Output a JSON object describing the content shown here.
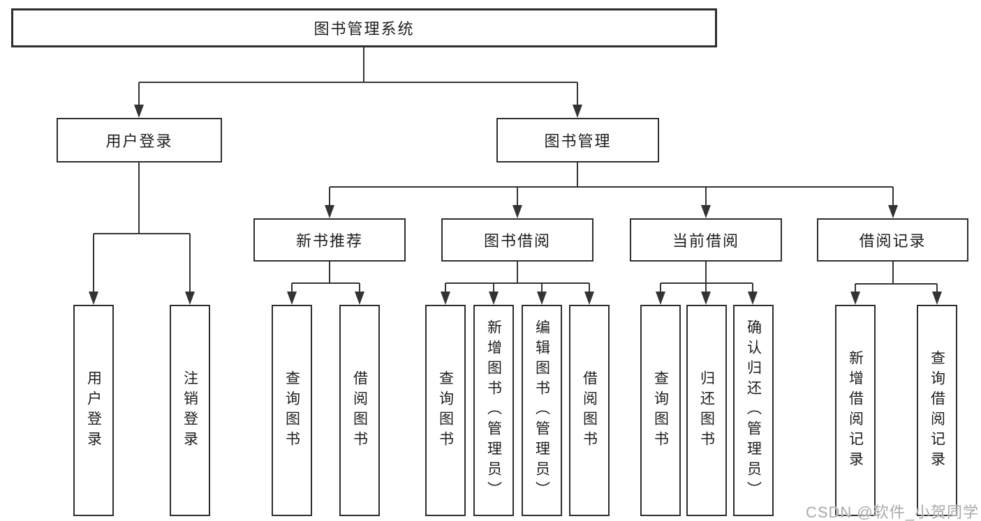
{
  "diagram_title": "图书管理系统",
  "nodes": {
    "root": "图书管理系统",
    "user_login": "用户登录",
    "book_mgmt": "图书管理",
    "new_book_rec": "新书推荐",
    "book_borrow": "图书借阅",
    "current_borrow": "当前借阅",
    "borrow_record": "借阅记录",
    "ul_user_login": "用户登录",
    "ul_logout": "注销登录",
    "nb_query_book": "查询图书",
    "nb_borrow_book": "借阅图书",
    "bb_query_book": "查询图书",
    "bb_add_book": "新增图书（管理员）",
    "bb_edit_book": "编辑图书（管理员）",
    "bb_borrow_book": "借阅图书",
    "cb_query_book": "查询图书",
    "cb_return_book": "归还图书",
    "cb_confirm_return": "确认归还（管理员）",
    "br_add_record": "新增借阅记录",
    "br_query_record": "查询借阅记录"
  },
  "watermark": "CSDN @软件_小贺同学",
  "colors": {
    "line": "#333333",
    "border": "#2d2d2d",
    "text": "#1d1d1d",
    "background": "#ffffff",
    "watermark": "#a9a9a9"
  }
}
